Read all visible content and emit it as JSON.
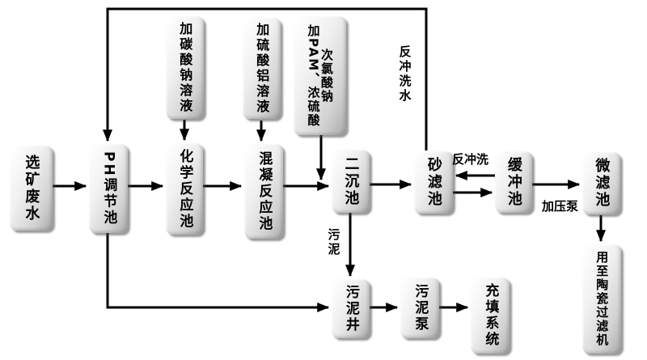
{
  "diagram": {
    "nodes": [
      {
        "id": "feed",
        "label": "选矿废水"
      },
      {
        "id": "ph-tank",
        "label": "PH调节池"
      },
      {
        "id": "chem-tank",
        "label": "化学反应池"
      },
      {
        "id": "coag-tank",
        "label": "混凝反应池"
      },
      {
        "id": "secondary",
        "label": "二沉池"
      },
      {
        "id": "sand-filter",
        "label": "砂滤池"
      },
      {
        "id": "buffer-tank",
        "label": "缓冲池"
      },
      {
        "id": "micro-filter",
        "label": "微滤池"
      },
      {
        "id": "ceramic",
        "label": "用至陶瓷过滤机"
      },
      {
        "id": "sludge-well",
        "label": "污泥井"
      },
      {
        "id": "sludge-pump",
        "label": "污泥泵"
      },
      {
        "id": "fill-system",
        "label": "充填系统"
      },
      {
        "id": "dose-na2co3",
        "label": "加碳酸钠溶液"
      },
      {
        "id": "dose-al2so4",
        "label": "加硫酸铝溶液"
      },
      {
        "id": "dose-pam",
        "label": "加PAM、次氯酸钠、浓硫酸",
        "columns": [
          "加PAM、浓硫酸",
          "次氯酸钠"
        ]
      }
    ],
    "edge_labels": {
      "backwash_water": "反冲洗水",
      "backwash": "反冲洗",
      "pressure_pump": "加压泵",
      "sludge": "污泥"
    },
    "colors": {
      "line": "#000000",
      "box_fill_light": "#ffffff",
      "box_fill_dark": "#a9a9a9",
      "background": "#ffffff"
    }
  }
}
